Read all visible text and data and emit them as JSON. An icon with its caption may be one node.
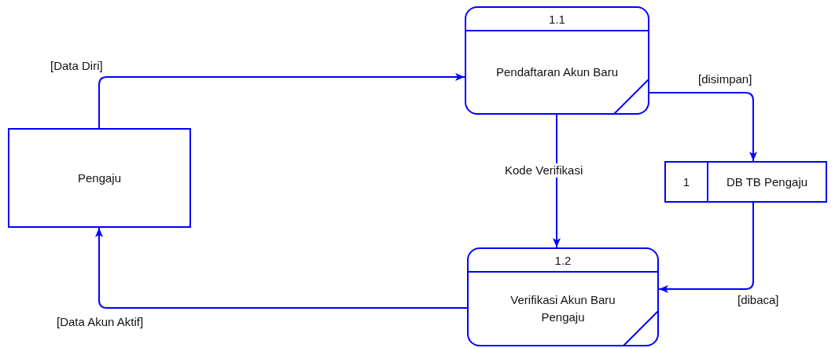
{
  "diagram": {
    "nodes": [
      {
        "text": [
          "Pengaju"
        ]
      },
      {
        "text": [
          "1.1",
          "Pendaftaran Akun Baru"
        ]
      },
      {
        "text": [
          "1",
          "DB TB Pengaju"
        ]
      },
      {
        "text": [
          "1.2",
          "Verifikasi Akun Baru Pengaju"
        ]
      }
    ],
    "edges": [
      {
        "from": 0,
        "to": 1,
        "arrow": "to",
        "label": "[Data Diri]"
      },
      {
        "from": 1,
        "to": 2,
        "arrow": "to",
        "label": "[disimpan]"
      },
      {
        "from": 1,
        "to": 3,
        "arrow": "to",
        "label": "Kode Verifikasi"
      },
      {
        "from": 2,
        "to": 3,
        "arrow": "to",
        "label": "[dibaca]"
      },
      {
        "from": 3,
        "to": 0,
        "arrow": "to",
        "label": "[Data Akun Aktif]"
      }
    ]
  }
}
